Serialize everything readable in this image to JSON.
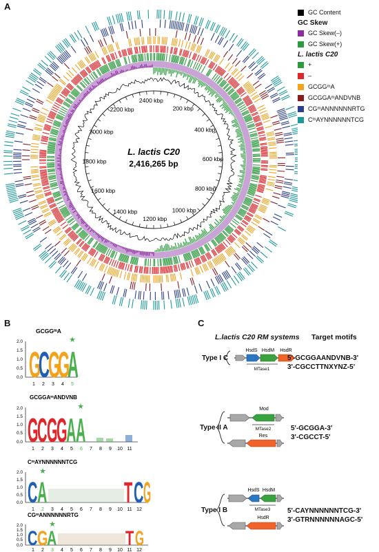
{
  "panels": {
    "a": "A",
    "b": "B",
    "c": "C"
  },
  "legend": {
    "gc_content": "GC Content",
    "gc_skew_header": "GC Skew",
    "gc_skew_minus": "GC Skew(–)",
    "gc_skew_plus": "GC Skew(+)",
    "strain_header": "L. lactis C20",
    "plus": "+",
    "minus": "–",
    "motif1": "GCGGᵐA",
    "motif2": "GCGGAᵐANDVNB",
    "motif3": "CGᵐANNNNNNRTG",
    "motif4": "CᵐAYNNNNNNTCG",
    "colors": {
      "gc_content": "#000000",
      "gc_skew_minus": "#8e2c9f",
      "gc_skew_plus": "#2e9a3f",
      "plus": "#2e9a3f",
      "minus": "#e0262b",
      "motif1": "#f4a21c",
      "motif2": "#8b1a1f",
      "motif3": "#2b3f8c",
      "motif4": "#1c9a9a"
    }
  },
  "genome": {
    "name": "L. lactis C20",
    "size": "2,416,265 bp",
    "ticks": [
      "200 kbp",
      "400 kbp",
      "600 kbp",
      "800 kbp",
      "1000 kbp",
      "1200 kbp",
      "1400 kbp",
      "1600 kbp",
      "1800 kbp",
      "2000 kbp",
      "2200 kbp",
      "2400 kbp"
    ]
  },
  "logos": [
    {
      "title": "GCGGᵐA",
      "letters": [
        "G",
        "C",
        "G",
        "G",
        "A"
      ],
      "positions": [
        "1",
        "2",
        "3",
        "4",
        "5"
      ],
      "star": "5",
      "yticks": [
        "0.0",
        "0.5",
        "1.0",
        "1.5",
        "2.0"
      ]
    },
    {
      "title": "GCGGAᵐANDVNB",
      "letters": [
        "G",
        "C",
        "G",
        "G",
        "A",
        "A"
      ],
      "positions": [
        "1",
        "2",
        "3",
        "4",
        "5",
        "6",
        "7",
        "8",
        "9",
        "10",
        "11"
      ],
      "star": "6",
      "yticks": [
        "0.0",
        "0.5",
        "1.0",
        "1.5",
        "2.0"
      ]
    },
    {
      "title": "CᵐAYNNNNNNTCG",
      "letters": [
        "C",
        "A",
        "T",
        "C",
        "G"
      ],
      "positions": [
        "1",
        "2",
        "3",
        "4",
        "5",
        "6",
        "7",
        "8",
        "9",
        "10",
        "11",
        "12"
      ],
      "star": "2",
      "yticks": [
        "0.0",
        "0.5",
        "1.0",
        "1.5",
        "2.0"
      ]
    },
    {
      "title": "CGᵐANNNNNNRTG",
      "letters": [
        "C",
        "G",
        "A",
        "T",
        "G"
      ],
      "positions": [
        "1",
        "2",
        "3",
        "4",
        "5",
        "6",
        "7",
        "8",
        "9",
        "10",
        "11",
        "12"
      ],
      "star": "3",
      "yticks": [
        "0.0",
        "0.5",
        "1.0",
        "1.5",
        "2.0"
      ]
    }
  ],
  "rm": {
    "header_systems": "L.lactis C20 RM systems",
    "header_motifs": "Target motifs",
    "type_ic": {
      "label": "Type I C",
      "genes": [
        "HsdS",
        "HsdM",
        "HsdR"
      ],
      "operon": "MTase1",
      "motif_top": "5'-GCGGAANDVNB-3'",
      "motif_bottom": "3'-CGCCTTNXYNZ-5'"
    },
    "type_iia": {
      "label": "Type II A",
      "gene_top": "Mod",
      "operon": "MTase2",
      "gene_bottom": "Res",
      "motif_top": "5'-GCGGA-3'",
      "motif_bottom": "3'-CGCCT-5'"
    },
    "type_ib": {
      "label": "Type I B",
      "genes": [
        "HsdS",
        "HsdM"
      ],
      "operon": "MTase3",
      "gene_bottom": "HsdR",
      "motif_top": "5'-CAYNNNNNNTCG-3'",
      "motif_bottom": "3'-GTRNNNNNNAGC-5'"
    }
  }
}
